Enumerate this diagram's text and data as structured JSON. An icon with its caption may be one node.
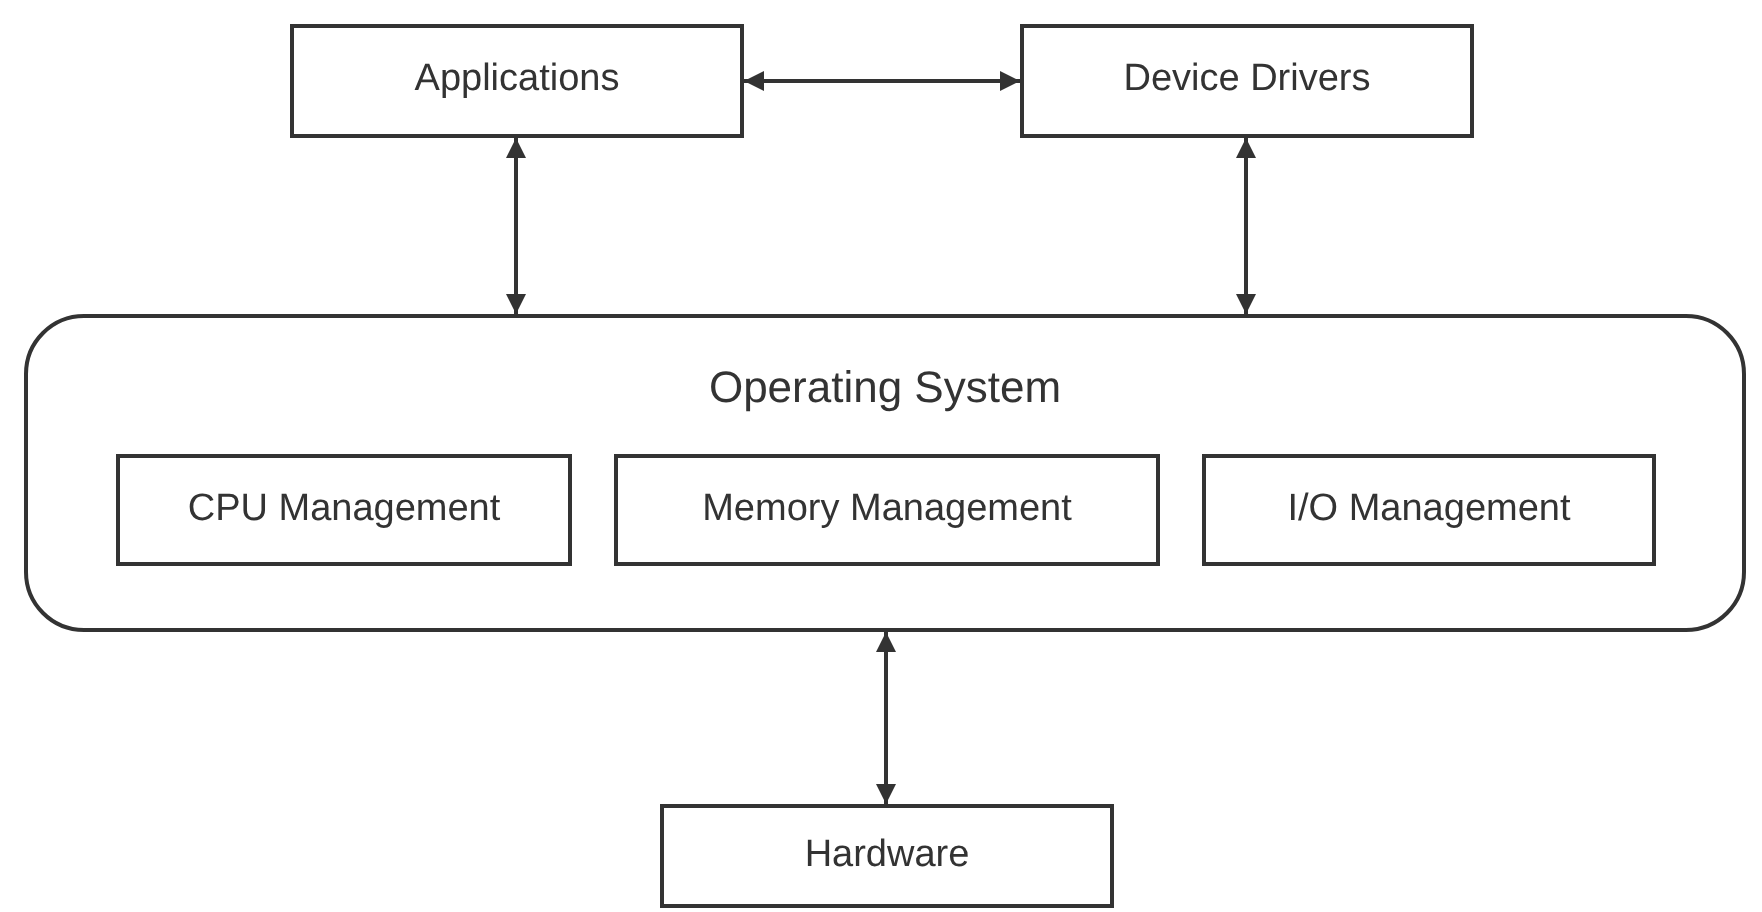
{
  "diagram": {
    "nodes": [
      {
        "text": [
          "Applications"
        ]
      },
      {
        "text": [
          "Device Drivers"
        ]
      },
      {
        "text": [
          "Operating System"
        ]
      },
      {
        "text": [
          "CPU Management"
        ],
        "in": 2
      },
      {
        "text": [
          "Memory Management"
        ],
        "in": 2
      },
      {
        "text": [
          "I/O Management"
        ],
        "in": 2
      },
      {
        "text": [
          "Hardware"
        ]
      }
    ],
    "edges": [
      {
        "from": 0,
        "to": 1,
        "arrow": "both"
      },
      {
        "from": 0,
        "to": 2,
        "arrow": "both"
      },
      {
        "from": 1,
        "to": 2,
        "arrow": "both"
      },
      {
        "from": 2,
        "to": 6,
        "arrow": "both"
      }
    ]
  }
}
